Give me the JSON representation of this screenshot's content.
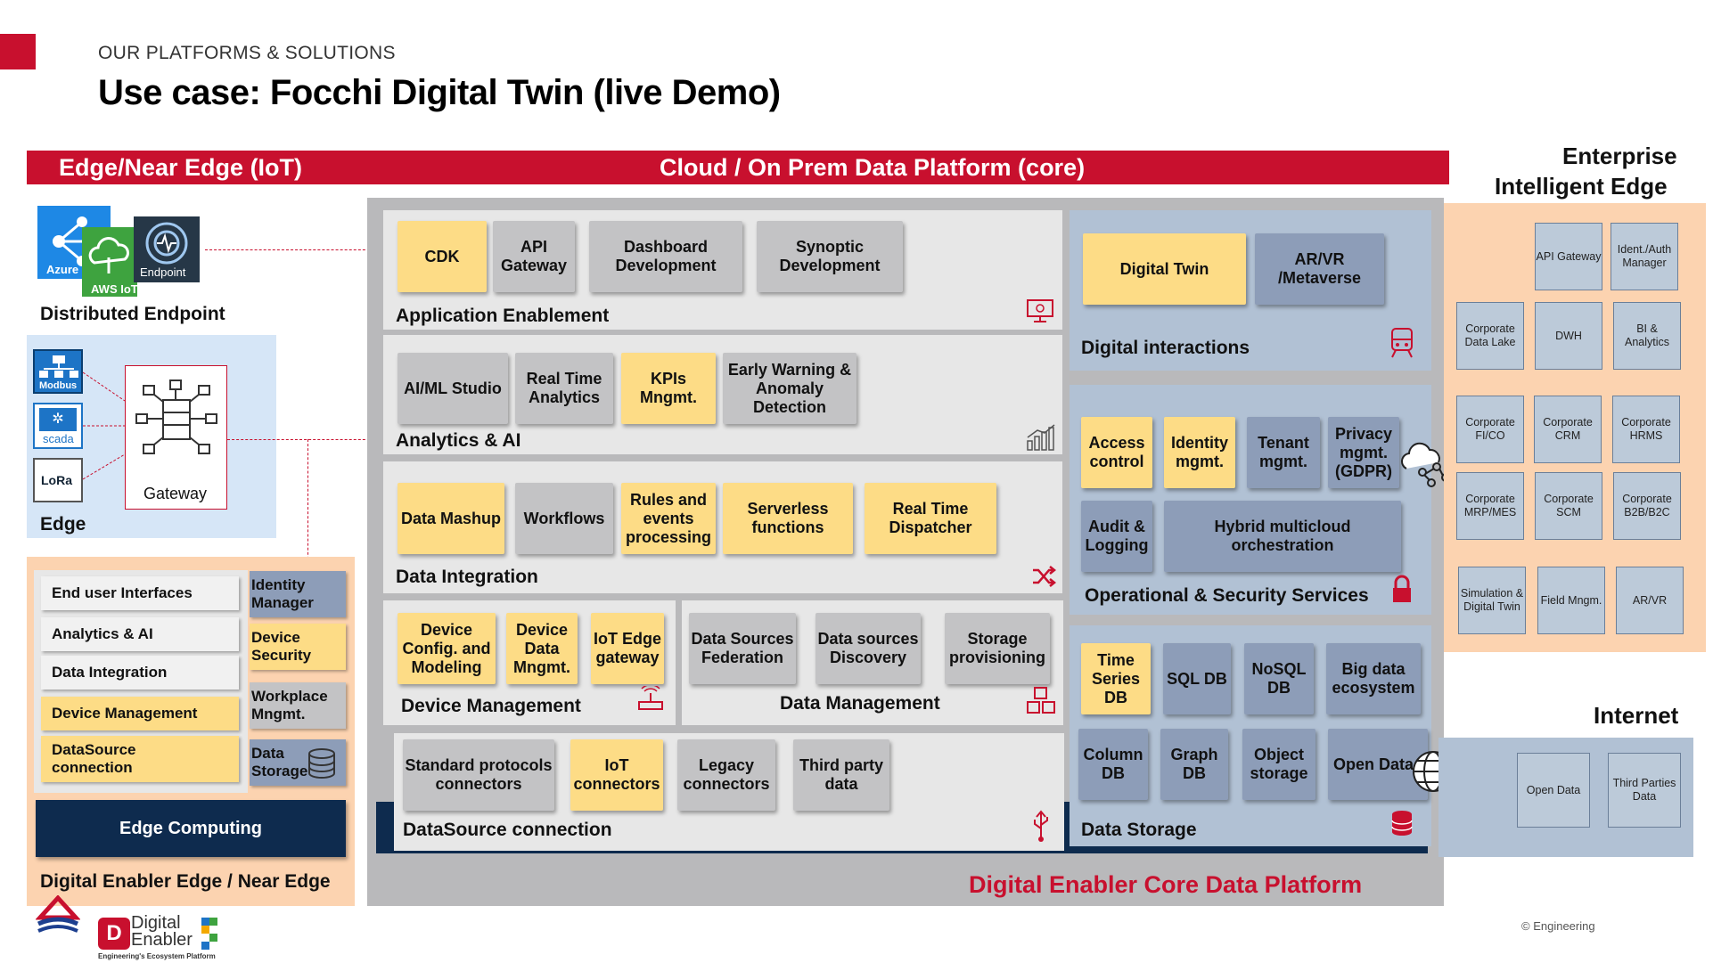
{
  "header": {
    "section_label": "OUR PLATFORMS & SOLUTIONS",
    "title": "Use case: Focchi Digital Twin (live Demo)"
  },
  "banner": {
    "left": "Edge/Near Edge (IoT)",
    "center": "Cloud / On Prem Data Platform (core)"
  },
  "distributed_endpoint": {
    "logos": {
      "azure": "Azure",
      "aws": "AWS IoT",
      "endpoint": "Endpoint"
    },
    "label": "Distributed Endpoint"
  },
  "edge": {
    "protocols": [
      "Modbus",
      "scada",
      "LoRa"
    ],
    "gateway": "Gateway",
    "label": "Edge"
  },
  "near_edge": {
    "left_items": [
      "End user Interfaces",
      "Analytics & AI",
      "Data Integration",
      "Device Management",
      "DataSource connection"
    ],
    "right_items": [
      "Identity Manager",
      "Device Security",
      "Workplace Mngmt.",
      "Data Storage"
    ],
    "edge_computing": "Edge Computing",
    "label": "Digital Enabler Edge / Near Edge"
  },
  "core": {
    "application_enablement": {
      "label": "Application Enablement",
      "items": [
        "CDK",
        "API Gateway",
        "Dashboard Development",
        "Synoptic Development"
      ]
    },
    "analytics_ai": {
      "label": "Analytics & AI",
      "items": [
        "AI/ML Studio",
        "Real Time Analytics",
        "KPIs Mngmt.",
        "Early Warning & Anomaly Detection"
      ]
    },
    "data_integration": {
      "label": "Data Integration",
      "items": [
        "Data Mashup",
        "Workflows",
        "Rules and events processing",
        "Serverless functions",
        "Real Time Dispatcher"
      ]
    },
    "device_management": {
      "label": "Device Management",
      "items": [
        "Device Config. and Modeling",
        "Device Data Mngmt.",
        "IoT Edge gateway"
      ]
    },
    "data_management": {
      "label": "Data Management",
      "items": [
        "Data Sources Federation",
        "Data sources Discovery",
        "Storage provisioning"
      ]
    },
    "datasource_connection": {
      "label": "DataSource connection",
      "items": [
        "Standard protocols connectors",
        "IoT connectors",
        "Legacy connectors",
        "Third party data"
      ]
    },
    "digital_interactions": {
      "label": "Digital interactions",
      "items": [
        "Digital Twin",
        "AR/VR /Metaverse"
      ]
    },
    "operational_security": {
      "label": "Operational & Security Services",
      "items": [
        "Access control",
        "Identity mgmt.",
        "Tenant mgmt.",
        "Privacy mgmt. (GDPR)",
        "Audit & Logging",
        "Hybrid multicloud orchestration"
      ]
    },
    "data_storage": {
      "label": "Data Storage",
      "items": [
        "Time Series DB",
        "SQL DB",
        "NoSQL DB",
        "Big data ecosystem",
        "Column DB",
        "Graph DB",
        "Object storage",
        "Open Data"
      ]
    },
    "platform_label": "Digital Enabler Core Data Platform"
  },
  "enterprise": {
    "title_line1": "Enterprise",
    "title_line2": "Intelligent Edge",
    "items": [
      "API Gateway",
      "Ident./Auth Manager",
      "Corporate Data Lake",
      "DWH",
      "BI & Analytics",
      "Corporate FI/CO",
      "Corporate CRM",
      "Corporate HRMS",
      "Corporate MRP/MES",
      "Corporate SCM",
      "Corporate B2B/B2C",
      "Simulation & Digital Twin",
      "Field Mngm.",
      "AR/VR"
    ]
  },
  "internet": {
    "title": "Internet",
    "items": [
      "Open Data",
      "Third Parties Data"
    ]
  },
  "footer": {
    "copyright": "© Engineering",
    "logo_line1": "Digital",
    "logo_line2": "Enabler",
    "logo_tagline": "Engineering's Ecosystem Platform"
  },
  "colors": {
    "brand_red": "#c8102e",
    "highlight_yellow": "#fddc86",
    "component_grey": "#c3c3c5",
    "security_blue": "#8d9db8",
    "edge_orange": "#fcd3b0",
    "edge_blue": "#d6e6f7",
    "dark_navy": "#0e2b4e"
  }
}
